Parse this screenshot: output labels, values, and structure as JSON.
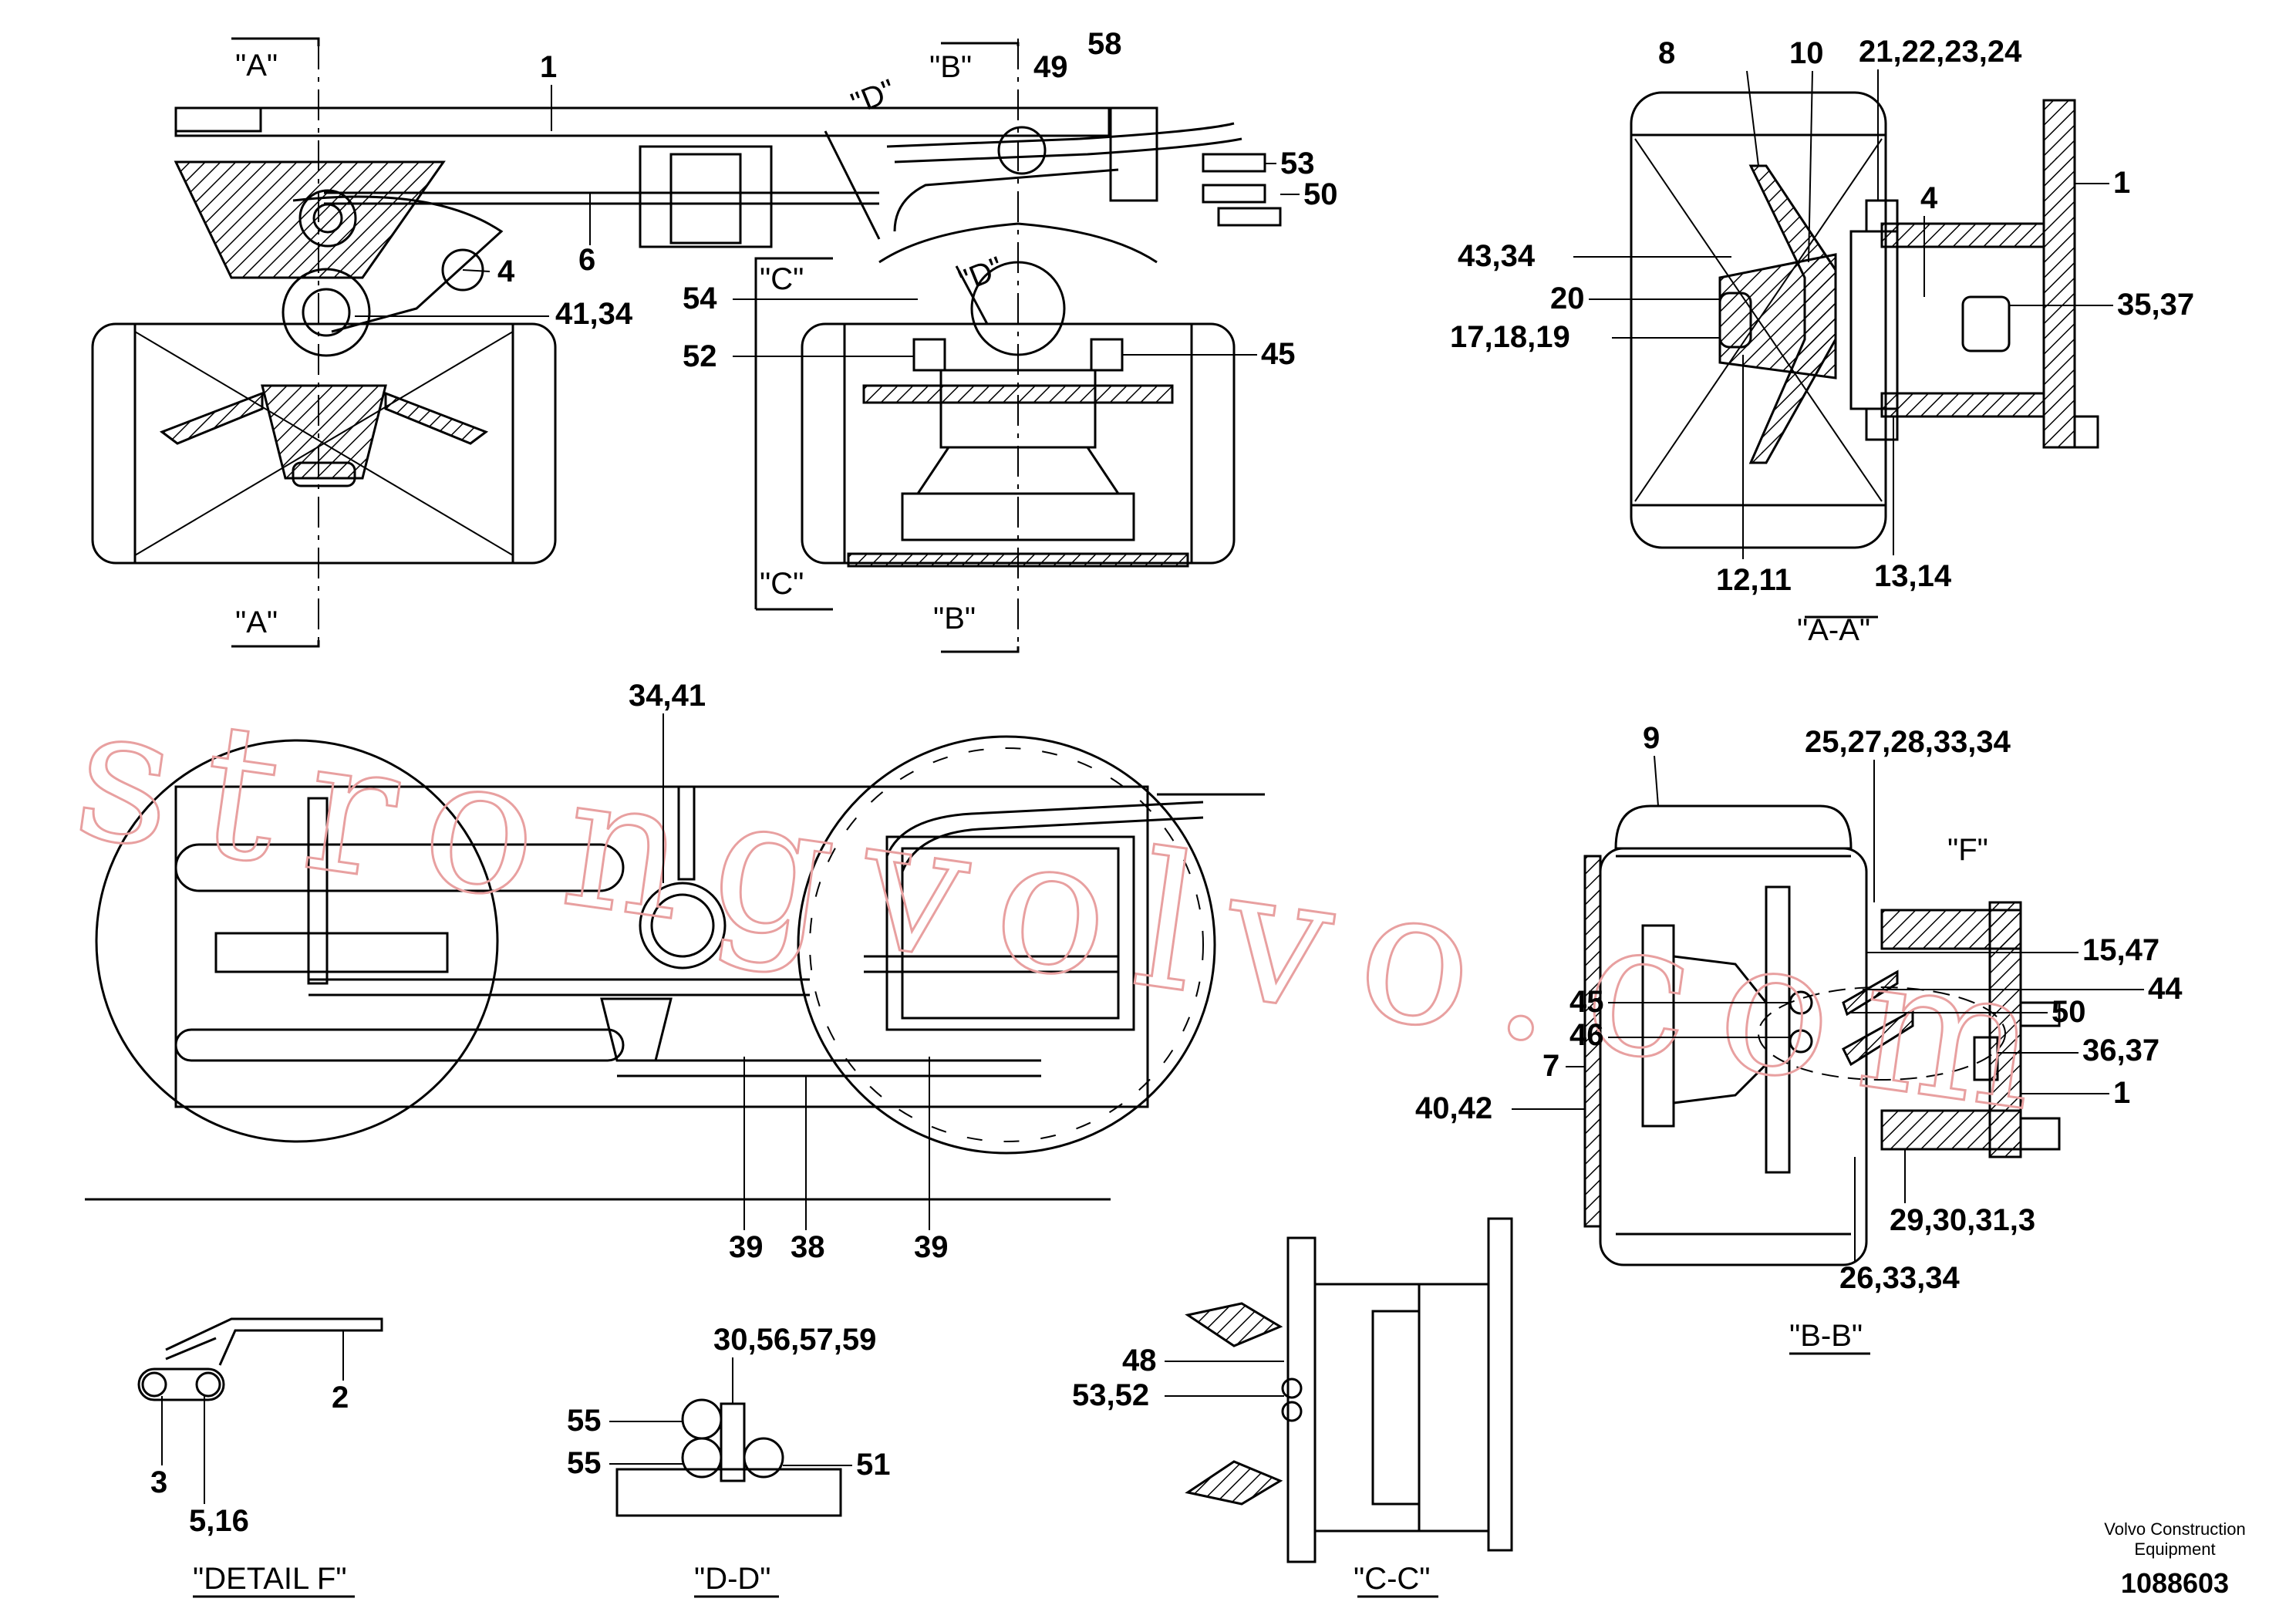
{
  "labels": {
    "l1": "1",
    "l4": "4",
    "l6": "6",
    "l41_34": "41,34",
    "l49": "49",
    "l58": "58",
    "l53": "53",
    "l50": "50",
    "l54": "54",
    "l52": "52",
    "l45": "45",
    "l8": "8",
    "l10": "10",
    "l21_24": "21,22,23,24",
    "l1b": "1",
    "l4b": "4",
    "l43_34": "43,34",
    "l20": "20",
    "l17_19": "17,18,19",
    "l35_37": "35,37",
    "l12_11": "12,11",
    "l13_14": "13,14",
    "l34_41": "34,41",
    "l9": "9",
    "l25_34": "25,27,28,33,34",
    "l15_47": "15,47",
    "l44": "44",
    "l45b": "45",
    "l50b": "50",
    "l46": "46",
    "l36_37": "36,37",
    "l7": "7",
    "l1c": "1",
    "l40_42": "40,42",
    "l29_31": "29,30,31,3",
    "l26_34": "26,33,34",
    "l39a": "39",
    "l38": "38",
    "l39b": "39",
    "l2": "2",
    "l3": "3",
    "l5_16": "5,16",
    "l30_59": "30,56,57,59",
    "l55a": "55",
    "l55b": "55",
    "l51": "51",
    "l48": "48",
    "l53_52": "53,52"
  },
  "sections": {
    "A_top": "\"A\"",
    "A_bot": "\"A\"",
    "B_top": "\"B\"",
    "B_bot": "\"B\"",
    "C_top": "\"C\"",
    "C_bot": "\"C\"",
    "D_a": "\"D\"",
    "D_b": "\"D\"",
    "F": "\"F\"",
    "AA": "\"A-A\"",
    "BB": "\"B-B\"",
    "CC": "\"C-C\"",
    "DD": "\"D-D\"",
    "DETF": "\"DETAIL F\""
  },
  "footer": {
    "company_line1": "Volvo Construction",
    "company_line2": "Equipment",
    "drawing_number": "1088603"
  },
  "watermark": "strongvolvo.com"
}
